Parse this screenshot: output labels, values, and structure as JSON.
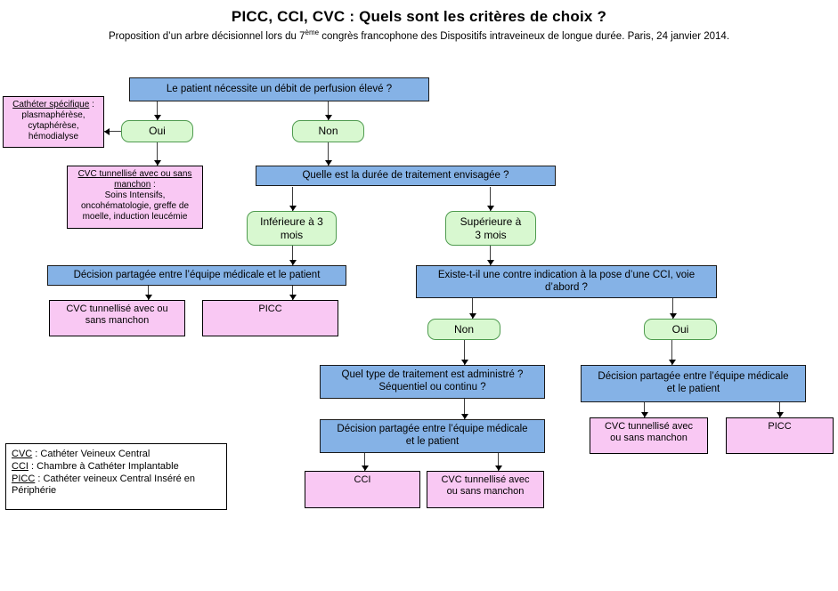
{
  "header": {
    "title": "PICC, CCI, CVC : Quels sont les critères de choix ?",
    "subtitle_before": "Proposition d’un arbre décisionnel lors du 7",
    "subtitle_sup": "ème",
    "subtitle_after": " congrès francophone des Dispositifs intraveineux de longue durée. Paris, 24 janvier 2014."
  },
  "colors": {
    "question_blue": "#85B2E6",
    "answer_green_fill": "#D8F8D0",
    "answer_green_border": "#4F9B4F",
    "result_pink": "#F9C8F3"
  },
  "nodes": {
    "q_debit": {
      "label": "Le patient nécessite un débit de perfusion élevé ?"
    },
    "catheter_specifique": {
      "title": "Cathéter spécifique",
      "title_suffix": " :",
      "body": "plasmaphérèse,\ncytaphérèse,\nhémodialyse"
    },
    "oui_debit": {
      "label": "Oui"
    },
    "non_debit": {
      "label": "Non"
    },
    "cvc_tunnellise_detail": {
      "title": "CVC tunnellisé avec ou sans manchon",
      "title_suffix": " :",
      "body": "Soins Intensifs,\noncohématologie, greffe de\nmoelle, induction leucémie"
    },
    "q_duree": {
      "label": "Quelle est la durée de traitement envisagée ?"
    },
    "inferieure_3mois": {
      "label": "Inférieure à 3\nmois"
    },
    "superieure_3mois": {
      "label": "Supérieure à\n3 mois"
    },
    "decision_gauche": {
      "label": "Décision partagée entre l’équipe médicale et le patient"
    },
    "q_contre_indication": {
      "label": "Existe-t-il une contre indication à la pose d’une CCI, voie\nd’abord ?"
    },
    "cvc_gauche": {
      "label": "CVC tunnellisé avec ou\nsans manchon"
    },
    "picc_gauche": {
      "label": "PICC"
    },
    "non_cci": {
      "label": "Non"
    },
    "oui_cci": {
      "label": "Oui"
    },
    "q_type_traitement": {
      "label": "Quel type de traitement est administré ?\nSéquentiel ou continu ?"
    },
    "decision_droite": {
      "label": "Décision partagée entre l’équipe médicale\net le patient"
    },
    "decision_milieu": {
      "label": "Décision partagée entre l’équipe médicale\net le patient"
    },
    "cvc_droite": {
      "label": "CVC tunnellisé avec\nou sans manchon"
    },
    "picc_droite": {
      "label": "PICC"
    },
    "cci": {
      "label": "CCI"
    },
    "cvc_milieu": {
      "label": "CVC tunnellisé avec\nou sans manchon"
    }
  },
  "legend": {
    "items": [
      {
        "abbr": "CVC",
        "desc": " : Cathéter Veineux Central"
      },
      {
        "abbr": "CCI",
        "desc": " : Chambre à Cathéter Implantable"
      },
      {
        "abbr": "PICC",
        "desc": " : Cathéter veineux Central Inséré en Périphérie"
      }
    ]
  }
}
